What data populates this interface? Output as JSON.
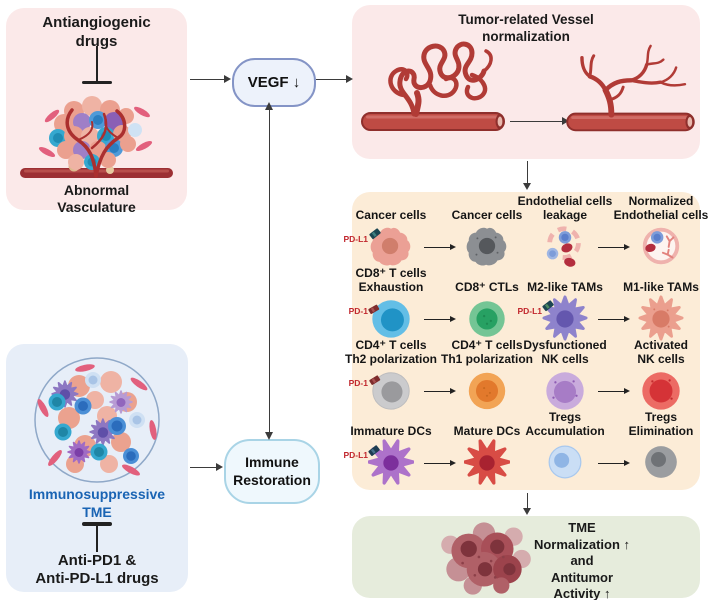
{
  "palette": {
    "pink_panel": "#fbe9e9",
    "orange_panel": "#fcecd7",
    "blue_panel": "#e7eef8",
    "green_panel": "#e6ecdc",
    "vegf_node_border": "#8494c6",
    "restoration_node_border": "#a9d4e6",
    "pd_label_red": "#c1272d",
    "immunosuppressive_blue": "#1a64b4",
    "vessel_red": "#b13b36"
  },
  "icons": {
    "inhibition_symbol": "T-bar",
    "arrow": "→",
    "down_arrow": "↓",
    "up_arrow": "↑"
  },
  "antiangiogenic_box": {
    "title": "Antiangiogenic\ndrugs",
    "caption": "Abnormal\nVasculature"
  },
  "vegf_node": {
    "label": "VEGF ↓"
  },
  "vessel_box": {
    "title": "Tumor-related Vessel\nnormalization"
  },
  "cells_box": {
    "items": [
      {
        "from": "Cancer cells",
        "to": "Cancer cells",
        "receptor": "PD-L1"
      },
      {
        "from": "Endothelial cells\nleakage",
        "to": "Normalized\nEndothelial cells",
        "receptor": ""
      },
      {
        "from": "CD8⁺ T cells\nExhaustion",
        "to": "CD8⁺ CTLs",
        "receptor": "PD-1"
      },
      {
        "from": "M2-like TAMs",
        "to": "M1-like TAMs",
        "receptor": "PD-L1"
      },
      {
        "from": "CD4⁺ T cells\nTh2 polarization",
        "to": "CD4⁺ T cells\nTh1 polarization",
        "receptor": "PD-1"
      },
      {
        "from": "Dysfunctioned\nNK cells",
        "to": "Activated\nNK cells",
        "receptor": ""
      },
      {
        "from": "Immature DCs",
        "to": "Mature DCs",
        "receptor": "PD-L1"
      },
      {
        "from": "Tregs\nAccumulation",
        "to": "Tregs\nElimination",
        "receptor": ""
      }
    ]
  },
  "tme_box": {
    "label": "Immunosuppressive\nTME",
    "drugs": "Anti-PD1 &\nAnti-PD-L1 drugs"
  },
  "restoration_node": {
    "label": "Immune\nRestoration"
  },
  "outcome_box": {
    "text": "TME\nNormalization ↑\nand\nAntitumor\nActivity ↑"
  }
}
